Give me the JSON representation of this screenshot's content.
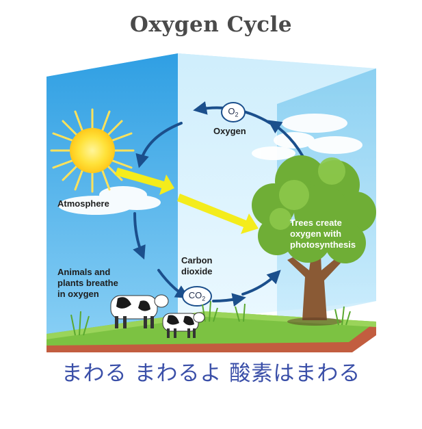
{
  "title": "Oxygen Cycle",
  "labels": {
    "oxygen_formula": "O",
    "oxygen_subscript": "2",
    "oxygen": "Oxygen",
    "atmosphere": "Atmosphere",
    "trees": [
      "Trees create",
      "oxygen with",
      "photosynthesis"
    ],
    "carbon_dioxide": [
      "Carbon",
      "dioxide"
    ],
    "co2_formula": "CO",
    "co2_subscript": "2",
    "animals": [
      "Animals and",
      "plants breathe",
      "in oxygen"
    ]
  },
  "caption": "まわる まわるよ 酸素はまわる",
  "colors": {
    "sky_left": "#3ea6e6",
    "sky_back": "#8fd3f4",
    "grass": "#7cc242",
    "soil": "#c25d3f",
    "sun": "#ffd21f",
    "arrow": "#1b4f8c",
    "ray": "#f4ec1c",
    "caption": "#3a4fa8"
  },
  "icons": [
    "sun-icon",
    "cloud-icon",
    "tree-icon",
    "cow-icon"
  ]
}
